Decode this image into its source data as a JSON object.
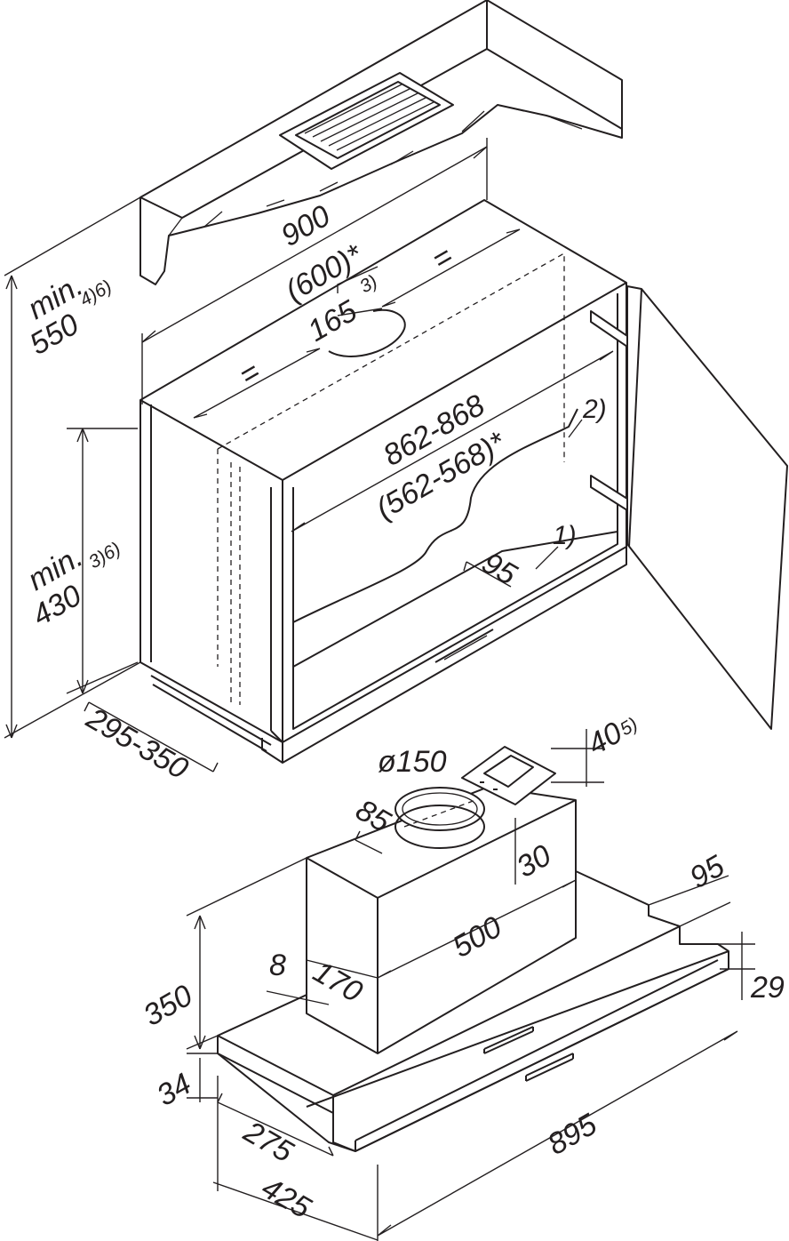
{
  "diagram": {
    "cabinet": {
      "width_label": "900",
      "width_alt_label": "(600)*",
      "offset_label": "165",
      "offset_note": "3)",
      "equal_left": "=",
      "equal_right": "=",
      "min_height_label": "min.",
      "min_height_value": "550",
      "min_height_note": "4)6)",
      "inner_width_label": "862-868",
      "inner_width_alt_label": "(562-568)*",
      "side_height_label": "min.",
      "side_height_value": "430",
      "side_height_note": "3)6)",
      "depth_label": "295-350",
      "callout_1": "1)",
      "callout_2": "2)",
      "inset_label": "95"
    },
    "hood": {
      "duct_diameter_label": "ø150",
      "top_offset_label": "40",
      "top_offset_note": "5)",
      "collar_offset_label": "85",
      "collar_height_label": "30",
      "body_width_label": "500",
      "body_depth_label": "170",
      "side_gap_label": "8",
      "body_height_label": "350",
      "panel_thickness_label": "34",
      "front_depth_label": "95",
      "front_thickness_label": "29",
      "inner_depth_label": "275",
      "total_depth_label": "425",
      "total_width_label": "895"
    }
  }
}
